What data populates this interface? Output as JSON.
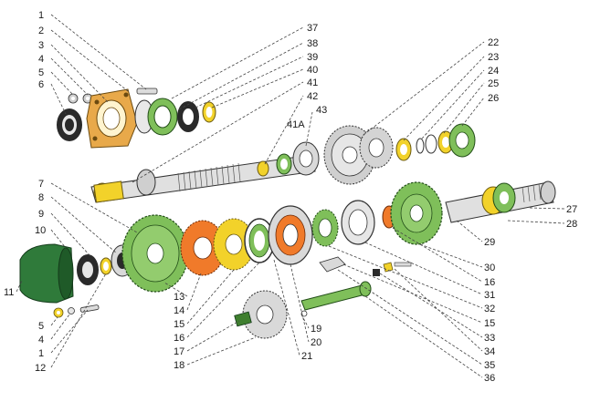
{
  "colors": {
    "green": "#7fbf5a",
    "green_dark": "#3f7f2f",
    "yellow": "#f2d22a",
    "orange": "#f07a2a",
    "steel": "#d9d9d9",
    "dark": "#2a2a2a",
    "housing_green": "#2f7a3a"
  },
  "labels": {
    "l1a": "1",
    "l2": "2",
    "l3": "3",
    "l4a": "4",
    "l5a": "5",
    "l6": "6",
    "l7": "7",
    "l8": "8",
    "l9": "9",
    "l10": "10",
    "l11": "11",
    "l12": "12",
    "l13": "13",
    "l14": "14",
    "l15a": "15",
    "l16a": "16",
    "l17": "17",
    "l18": "18",
    "l19": "19",
    "l20": "20",
    "l21": "21",
    "l22": "22",
    "l23": "23",
    "l24": "24",
    "l25": "25",
    "l26": "26",
    "l27": "27",
    "l28": "28",
    "l29": "29",
    "l30": "30",
    "l16b": "16",
    "l31": "31",
    "l32": "32",
    "l15b": "15",
    "l33": "33",
    "l34": "34",
    "l35": "35",
    "l36": "36",
    "l37": "37",
    "l38": "38",
    "l39": "39",
    "l40": "40",
    "l41": "41",
    "l42": "42",
    "l43": "43",
    "l41a": "41A",
    "l5b": "5",
    "l4b": "4",
    "l1b": "1"
  }
}
